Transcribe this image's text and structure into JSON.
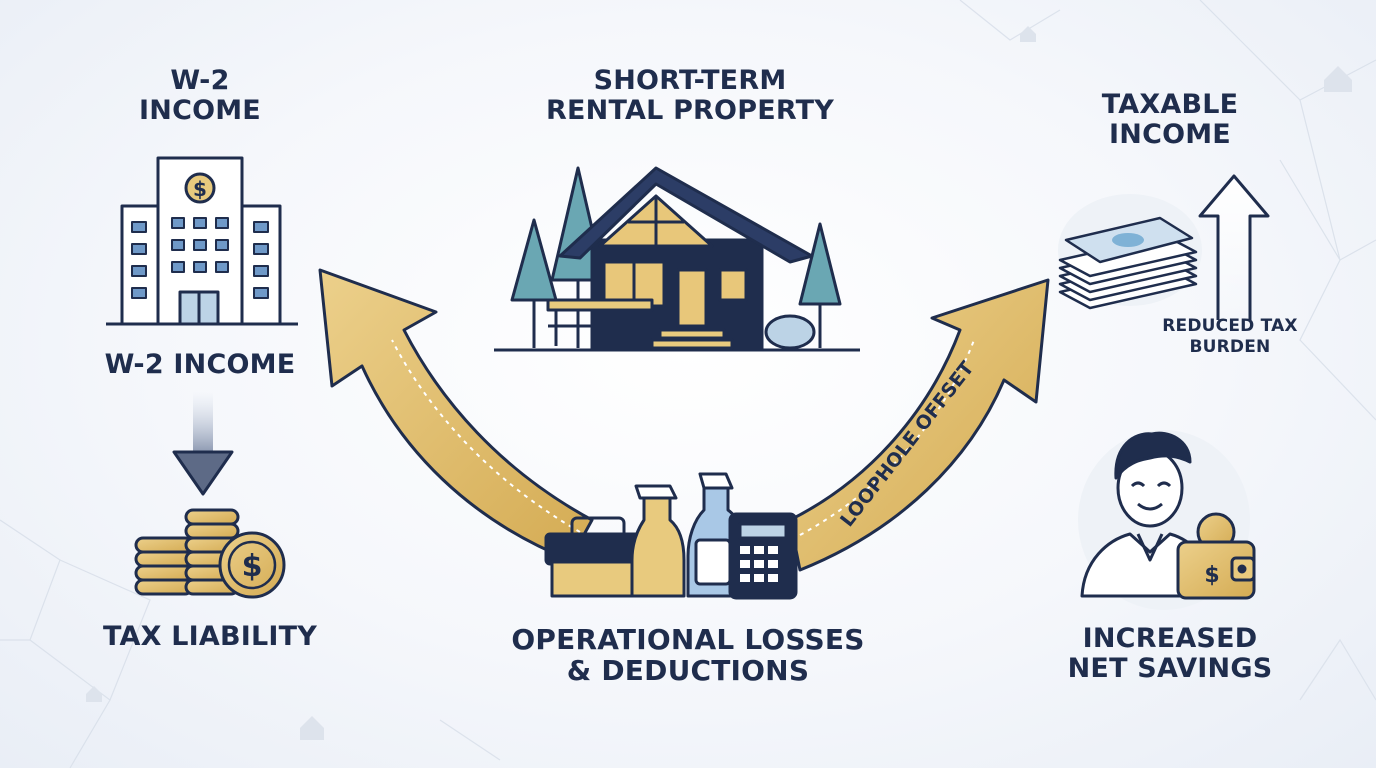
{
  "labels": {
    "w2_title": "W-2\nINCOME",
    "w2_income": "W-2 INCOME",
    "tax_liability": "TAX LIABILITY",
    "rental_property": "SHORT-TERM\nRENTAL PROPERTY",
    "operational_losses": "OPERATIONAL LOSSES\n& DEDUCTIONS",
    "taxable_income": "TAXABLE\nINCOME",
    "reduced_tax": "REDUCED TAX\nBURDEN",
    "net_savings": "INCREASED\nNET SAVINGS",
    "loophole": "LOOPHOLE OFFSET"
  },
  "currency_symbol": "$",
  "colors": {
    "navy": "#1f2d4d",
    "gold": "#d9b45e",
    "gold_light": "#e8ca7e",
    "sky": "#bcd3e6",
    "teal": "#6aa7b3",
    "window": "#e8c77a"
  },
  "icons": [
    "office-building-icon",
    "down-arrow-icon",
    "coin-stack-icon",
    "cabin-icon",
    "toolbox-icon",
    "spray-bottle-icon",
    "calculator-icon",
    "cash-stack-icon",
    "up-arrow-icon",
    "person-icon",
    "wallet-icon",
    "house-icon"
  ]
}
